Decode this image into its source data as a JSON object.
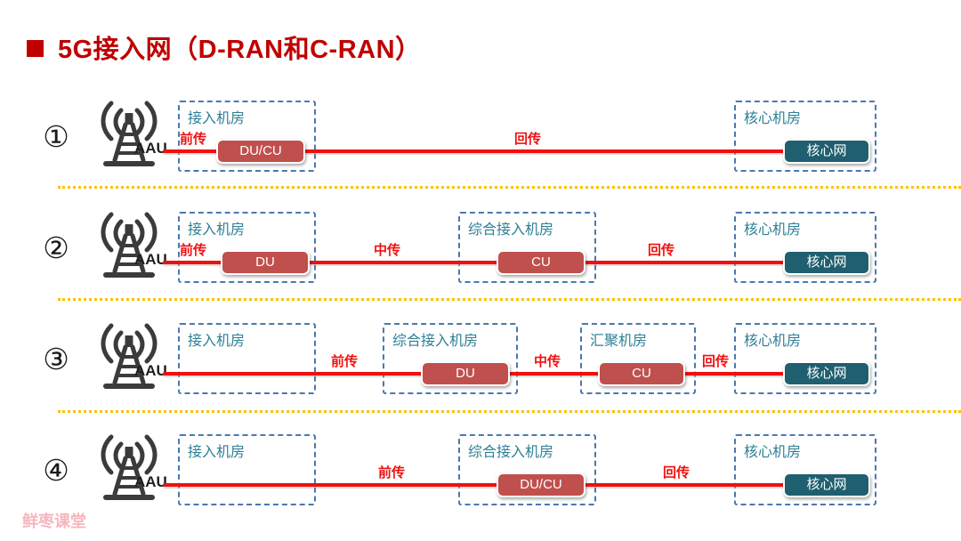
{
  "title": {
    "bullet": "■",
    "text": "5G接入网（D-RAN和C-RAN）"
  },
  "watermark": "鲜枣课堂",
  "aau_label": "AAU",
  "colors": {
    "title_red": "#C00000",
    "line_red": "#F01010",
    "unit_red": "#C0504D",
    "unit_teal": "#1F5F6F",
    "room_border_blue": "#4A78B0",
    "room_label_teal": "#2D7F96",
    "separator_yellow": "#FFC000",
    "watermark_pink": "#F6B6BD"
  },
  "rows": [
    {
      "number": "①",
      "rooms": [
        {
          "label": "接入机房",
          "unit": "DU/CU"
        },
        {
          "label": "核心机房",
          "unit": "核心网"
        }
      ],
      "links": [
        {
          "label": "前传"
        },
        {
          "label": "回传"
        }
      ]
    },
    {
      "number": "②",
      "rooms": [
        {
          "label": "接入机房",
          "unit": "DU"
        },
        {
          "label": "综合接入机房",
          "unit": "CU"
        },
        {
          "label": "核心机房",
          "unit": "核心网"
        }
      ],
      "links": [
        {
          "label": "前传"
        },
        {
          "label": "中传"
        },
        {
          "label": "回传"
        }
      ]
    },
    {
      "number": "③",
      "rooms": [
        {
          "label": "接入机房"
        },
        {
          "label": "综合接入机房",
          "unit": "DU"
        },
        {
          "label": "汇聚机房",
          "unit": "CU"
        },
        {
          "label": "核心机房",
          "unit": "核心网"
        }
      ],
      "links": [
        {
          "label": "前传"
        },
        {
          "label": "中传"
        },
        {
          "label": "回传"
        }
      ]
    },
    {
      "number": "④",
      "rooms": [
        {
          "label": "接入机房"
        },
        {
          "label": "综合接入机房",
          "unit": "DU/CU"
        },
        {
          "label": "核心机房",
          "unit": "核心网"
        }
      ],
      "links": [
        {
          "label": "前传"
        },
        {
          "label": "回传"
        }
      ]
    }
  ]
}
